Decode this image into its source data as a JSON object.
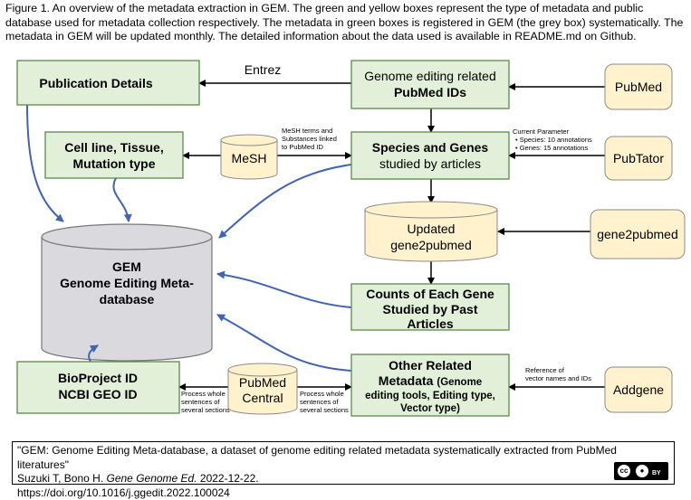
{
  "caption": "Figure 1. An overview of the metadata extraction in GEM. The green and yellow boxes represent the type of metadata and public database used for metadata collection respectively. The metadata in green boxes is registered in GEM (the grey box) systematically. The metadata in GEM will be updated monthly. The detailed information about the data used is available in README.md on Github.",
  "nodes": {
    "publication_details": "Publication Details",
    "pubmed_ids_line1": "Genome editing related",
    "pubmed_ids_line2": "PubMed IDs",
    "pubmed": "PubMed",
    "cell_line_line1": "Cell line, Tissue,",
    "cell_line_line2": "Mutation type",
    "mesh": "MeSH",
    "species_line1": "Species and Genes",
    "species_line2": "studied by articles",
    "pubtator": "PubTator",
    "updated_line1": "Updated",
    "updated_line2": "gene2pubmed",
    "gene2pubmed": "gene2pubmed",
    "gem_line1": "GEM",
    "gem_line2": "Genome Editing Meta-",
    "gem_line3": "database",
    "counts_line1": "Counts of Each Gene",
    "counts_line2": "Studied by Past",
    "counts_line3": "Articles",
    "bioproject_line1": "BioProject ID",
    "bioproject_line2": "NCBI GEO ID",
    "pmc_line1": "PubMed",
    "pmc_line2": "Central",
    "other_line1": "Other Related",
    "other_line2a": "Metadata ",
    "other_line2b": "(Genome",
    "other_line3": "editing tools, Editing type,",
    "other_line4": "Vector type)",
    "addgene": "Addgene"
  },
  "edge_labels": {
    "entrez": "Entrez",
    "mesh_1": "MeSH terms and",
    "mesh_2": "Substances linked",
    "mesh_3": "to PubMed ID",
    "param_title": "Current Parameter",
    "param_1": "Species: 10 annotations",
    "param_2": "Genes: 15 annotations",
    "proc_left_1": "Process whole",
    "proc_left_2": "sentences of",
    "proc_left_3": "several sections",
    "proc_right_1": "Process whole",
    "proc_right_2": "sentences of",
    "proc_right_3": "several sections",
    "ref_1": "Reference of",
    "ref_2": "vector names and IDs"
  },
  "citation": {
    "line1": "\"GEM: Genome Editing Meta-database, a dataset of genome editing related metadata systematically extracted from PubMed literatures\"",
    "authors": "Suzuki T, Bono H. ",
    "journal": "Gene Genome Ed.",
    "date": " 2022-12-22.",
    "doi": "https://doi.org/10.1016/j.ggedit.2022.100024",
    "license_badge": "BY"
  },
  "colors": {
    "metadata_box": "#e2efd9",
    "database": "#fff2cc",
    "gem": "#d9d9de",
    "blue_edge": "#3f63b5"
  }
}
